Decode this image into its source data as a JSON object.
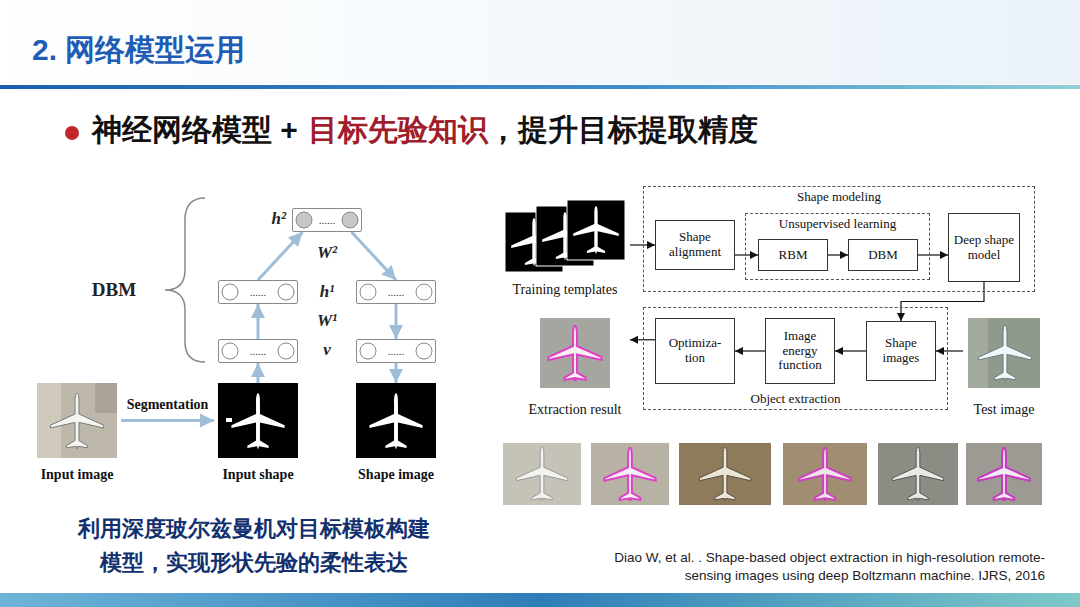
{
  "diagram": {
    "title": "2. 网络模型运用",
    "nodes": [
      {
        "text": [
          "Input image"
        ]
      },
      {
        "text": [
          "Input shape"
        ]
      },
      {
        "text": [
          "......"
        ]
      },
      {
        "text": [
          "......"
        ]
      },
      {
        "text": [
          "......"
        ]
      },
      {
        "text": [
          "......"
        ]
      },
      {
        "text": [
          "......"
        ]
      },
      {
        "text": [
          "Shape image"
        ]
      },
      {
        "text": [
          "Training templates"
        ]
      },
      {
        "text": [
          "Shape modeling"
        ]
      },
      {
        "text": [
          "Shape alignment"
        ],
        "in": 9
      },
      {
        "text": [
          "Unsupervised learning"
        ],
        "in": 9
      },
      {
        "text": [
          "RBM"
        ],
        "in": 11
      },
      {
        "text": [
          "DBM"
        ],
        "in": 11
      },
      {
        "text": [
          "Deep shape model"
        ],
        "in": 9
      },
      {
        "text": [
          "Test image"
        ]
      },
      {
        "text": [
          "Object extraction"
        ]
      },
      {
        "text": [
          "Shape images"
        ],
        "in": 16
      },
      {
        "text": [
          "Image energy function"
        ],
        "in": 16
      },
      {
        "text": [
          "Optimiza- tion"
        ],
        "in": 16
      },
      {
        "text": [
          "Extraction result"
        ]
      }
    ],
    "edges": [
      {
        "from": 0,
        "to": 1,
        "label": "Segmentation",
        "arrow": "to"
      },
      {
        "from": 1,
        "to": 2,
        "arrow": "to"
      },
      {
        "from": 2,
        "to": 3,
        "arrow": "to"
      },
      {
        "from": 3,
        "to": 4,
        "arrow": "to"
      },
      {
        "from": 4,
        "to": 5,
        "arrow": "to"
      },
      {
        "from": 5,
        "to": 6,
        "arrow": "to"
      },
      {
        "from": 6,
        "to": 7,
        "arrow": "to"
      },
      {
        "from": 8,
        "to": 10,
        "arrow": "to"
      },
      {
        "from": 10,
        "to": 12,
        "arrow": "to"
      },
      {
        "from": 12,
        "to": 13,
        "arrow": "to"
      },
      {
        "from": 13,
        "to": 14,
        "arrow": "to"
      },
      {
        "from": 14,
        "to": 17,
        "arrow": "to"
      },
      {
        "from": 15,
        "to": 17,
        "arrow": "to"
      },
      {
        "from": 17,
        "to": 18,
        "arrow": "to"
      },
      {
        "from": 18,
        "to": 19,
        "arrow": "to"
      },
      {
        "from": 19,
        "to": 20,
        "arrow": "to"
      }
    ],
    "labels": [
      "神经网络模型 +",
      "目标先验知识",
      "，提升目标提取精度",
      "DBM",
      "h²",
      "W²",
      "h¹",
      "W¹",
      "v",
      "利用深度玻尔兹曼机对目标模板构建模型，实现形状先验的柔性表达",
      "Diao W, et al. . Shape-based object extraction in high-resolution remote-sensing images using deep Boltzmann machine. IJRS, 2016"
    ]
  }
}
